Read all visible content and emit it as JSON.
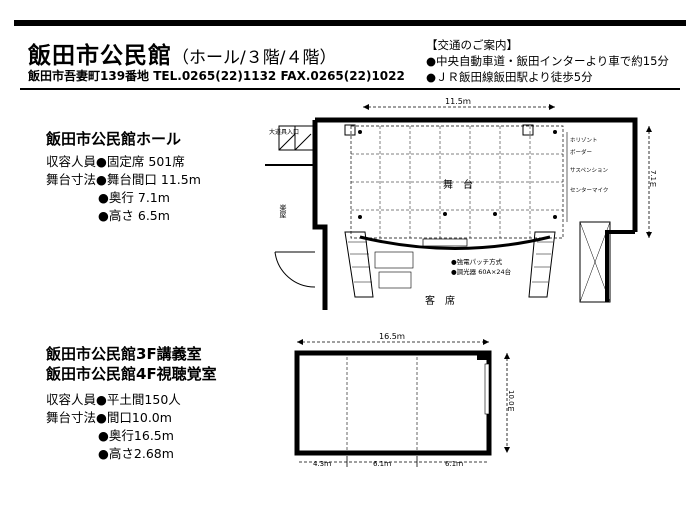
{
  "header": {
    "title": "飯田市公民館",
    "subtitle": "（ホール/３階/４階）",
    "address": "飯田市吾妻町139番地 TEL.0265(22)1132 FAX.0265(22)1022"
  },
  "access": {
    "heading": "【交通のご案内】",
    "items": [
      "●中央自動車道・飯田インターより車で約15分",
      "●ＪＲ飯田線飯田駅より徒歩5分"
    ]
  },
  "hall": {
    "title": "飯田市公民館ホール",
    "capacity": "収容人員●固定席 501席",
    "stage_width": "舞台寸法●舞台間口 11.5m",
    "stage_depth": "●奥行 7.1m",
    "stage_height": "●高さ 6.5m",
    "plan": {
      "dim_width": "11.5ｍ",
      "dim_depth": "7.1ｍ",
      "stage_label": "舞　台",
      "seats_label": "客　席",
      "entrance_label": "大道具入口",
      "lobby_label": "楽屋",
      "notes": [
        "●強電パッチ方式",
        "●調光器 60A×24台"
      ],
      "side_labels": [
        "ホリゾント",
        "ボーダー",
        "サスペンション",
        "センターマイク"
      ]
    }
  },
  "room": {
    "title_3f": "飯田市公民館3F講義室",
    "title_4f": "飯田市公民館4F視聴覚室",
    "capacity": "収容人員●平土間150人",
    "width": "舞台寸法●間口10.0m",
    "depth": "●奥行16.5m",
    "height": "●高さ2.68m",
    "plan": {
      "dim_length": "16.5ｍ",
      "dim_depth": "10.0ｍ",
      "seg1": "4.3ｍ",
      "seg2": "6.1ｍ",
      "seg3": "6.1ｍ"
    }
  }
}
